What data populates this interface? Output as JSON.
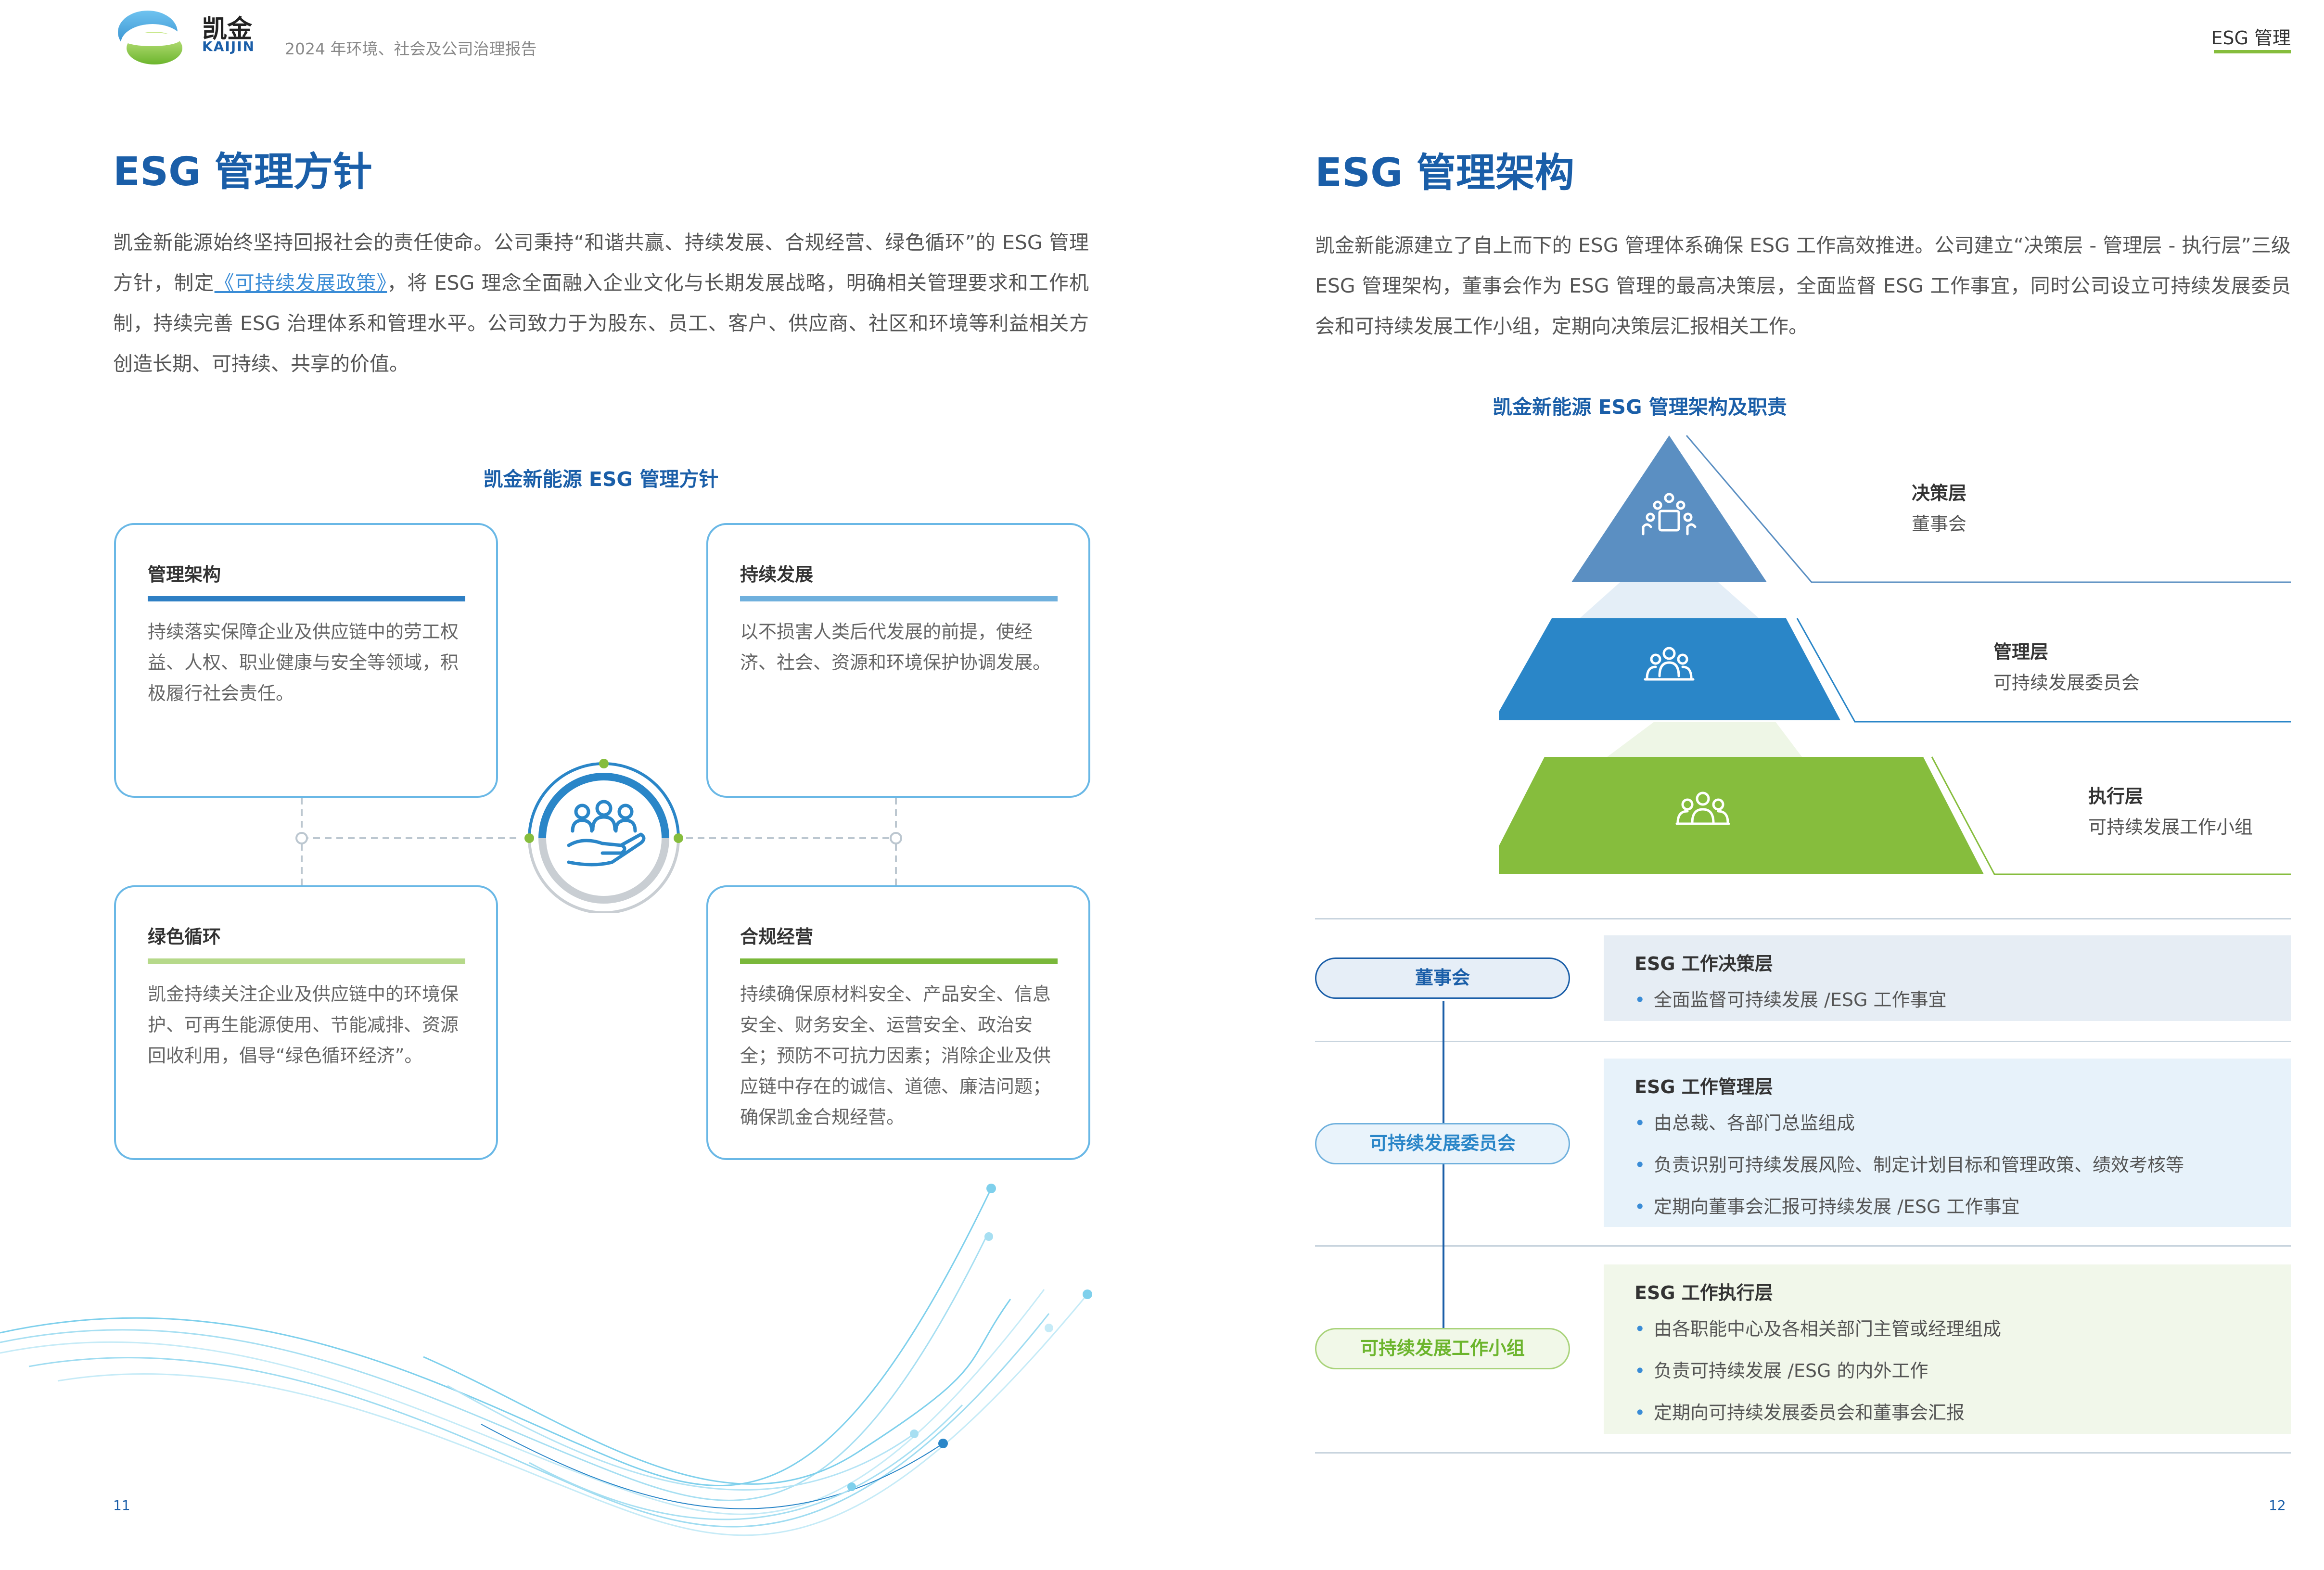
{
  "header": {
    "brand_cn": "凯金",
    "brand_en": "KAIJIN",
    "report_title": "2024 年环境、社会及公司治理报告",
    "section_tag": "ESG 管理"
  },
  "left": {
    "heading": "ESG 管理方针",
    "paragraph_before_link": "凯金新能源始终坚持回报社会的责任使命。公司秉持“和谐共赢、持续发展、合规经营、绿色循环”的 ESG 管理方针，制定",
    "paragraph_link": "《可持续发展政策》",
    "paragraph_after_link": "，将 ESG 理念全面融入企业文化与长期发展战略，明确相关管理要求和工作机制，持续完善 ESG 治理体系和管理水平。公司致力于为股东、员工、客户、供应商、社区和环境等利益相关方创造长期、可持续、共享的价值。",
    "diagram_title": "凯金新能源 ESG 管理方针",
    "cards": [
      {
        "title": "管理架构",
        "text": "持续落实保障企业及供应链中的劳工权益、人权、职业健康与安全等领域，积极履行社会责任。",
        "bar_color": "#2e7fc4"
      },
      {
        "title": "持续发展",
        "text": "以不损害人类后代发展的前提，使经济、社会、资源和环境保护协调发展。",
        "bar_color": "#6fb0dd"
      },
      {
        "title": "绿色循环",
        "text": "凯金持续关注企业及供应链中的环境保护、可再生能源使用、节能减排、资源回收利用，倡导“绿色循环经济”。",
        "bar_color": "#b6d98a"
      },
      {
        "title": "合规经营",
        "text": "持续确保原材料安全、产品安全、信息安全、财务安全、运营安全、政治安全；预防不可抗力因素；消除企业及供应链中存在的诚信、道德、廉洁问题；确保凯金合规经营。",
        "bar_color": "#7ab83a"
      }
    ],
    "center_icon": "hand-people-icon",
    "page_number": "11"
  },
  "right": {
    "heading": "ESG 管理架构",
    "paragraph": "凯金新能源建立了自上而下的 ESG 管理体系确保 ESG 工作高效推进。公司建立“决策层 - 管理层 - 执行层”三级 ESG 管理架构，董事会作为 ESG 管理的最高决策层，全面监督 ESG 工作事宜，同时公司设立可持续发展委员会和可持续发展工作小组，定期向决策层汇报相关工作。",
    "diagram_title": "凯金新能源 ESG 管理架构及职责",
    "pyramid": [
      {
        "label": "决策层",
        "sub": "董事会",
        "color": "#5b8fc2",
        "icon": "meeting-icon"
      },
      {
        "label": "管理层",
        "sub": "可持续发展委员会",
        "color": "#2a86c8",
        "icon": "team-icon"
      },
      {
        "label": "执行层",
        "sub": "可持续发展工作小组",
        "color": "#86bd3d",
        "icon": "group-icon"
      }
    ],
    "roles": [
      {
        "name": "董事会",
        "box_title": "ESG 工作决策层",
        "items": [
          "全面监督可持续发展 /ESG 工作事宜"
        ]
      },
      {
        "name": "可持续发展委员会",
        "box_title": "ESG 工作管理层",
        "items": [
          "由总裁、各部门总监组成",
          "负责识别可持续发展风险、制定计划目标和管理政策、绩效考核等",
          "定期向董事会汇报可持续发展 /ESG 工作事宜"
        ]
      },
      {
        "name": "可持续发展工作小组",
        "box_title": "ESG 工作执行层",
        "items": [
          "由各职能中心及各相关部门主管或经理组成",
          "负责可持续发展 /ESG 的内外工作",
          "定期向可持续发展委员会和董事会汇报"
        ]
      }
    ],
    "page_number": "12"
  }
}
